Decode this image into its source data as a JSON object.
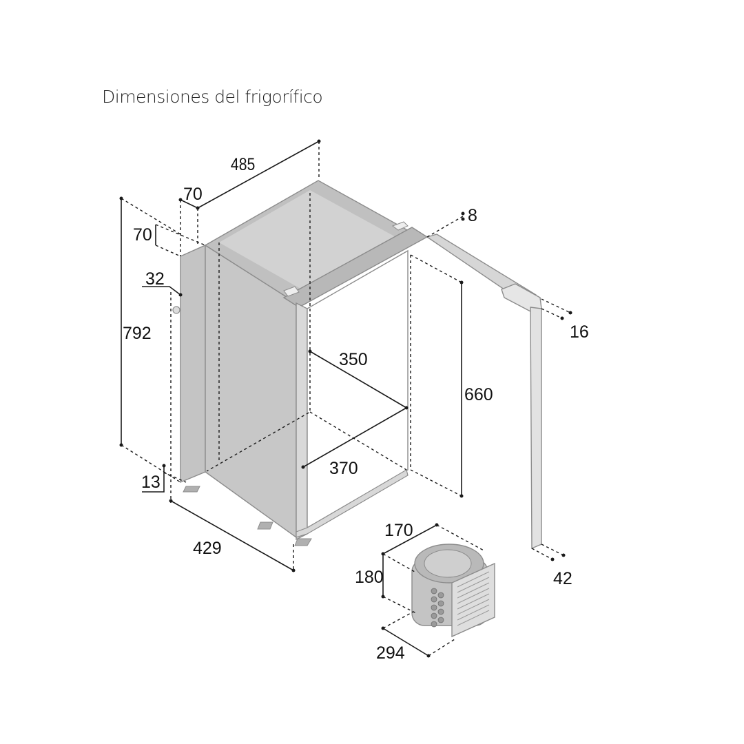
{
  "title": "Dimensiones del frigorífico",
  "colors": {
    "cabinet": "#c7c7c7",
    "cabinet_dark": "#b1b1b1",
    "inner": "#ffffff",
    "line": "#1a1a1a",
    "frame": "#9a9a9a"
  },
  "dimensions": {
    "top_width": "485",
    "top_offset": "70",
    "side_offset": "70",
    "hinge_offset": "32",
    "height": "792",
    "bottom_offset": "13",
    "depth": "429",
    "inner_depth": "350",
    "inner_width": "370",
    "inner_height": "660",
    "door_gap": "8",
    "door_thickness": "16",
    "door_base": "42",
    "compressor_width": "170",
    "compressor_height": "180",
    "compressor_depth": "294"
  }
}
